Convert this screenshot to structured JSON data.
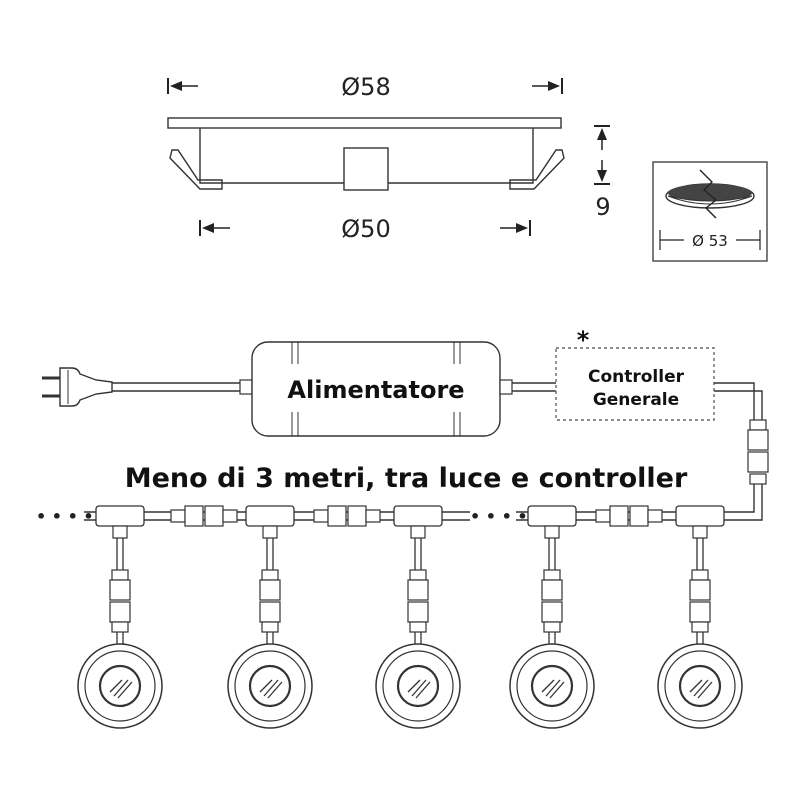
{
  "dimensions": {
    "outer_diameter": "Ø58",
    "inner_diameter": "Ø50",
    "height": "9",
    "cutout_diameter": "Ø 53"
  },
  "power_supply": {
    "label": "Alimentatore"
  },
  "controller": {
    "line1": "Controller",
    "line2": "Generale",
    "note_mark": "*"
  },
  "caption": "Meno di 3 metri, tra luce e controller",
  "chain_ellipsis": "• • • •",
  "colors": {
    "stroke": "#333333",
    "text": "#111111",
    "background": "#ffffff"
  }
}
